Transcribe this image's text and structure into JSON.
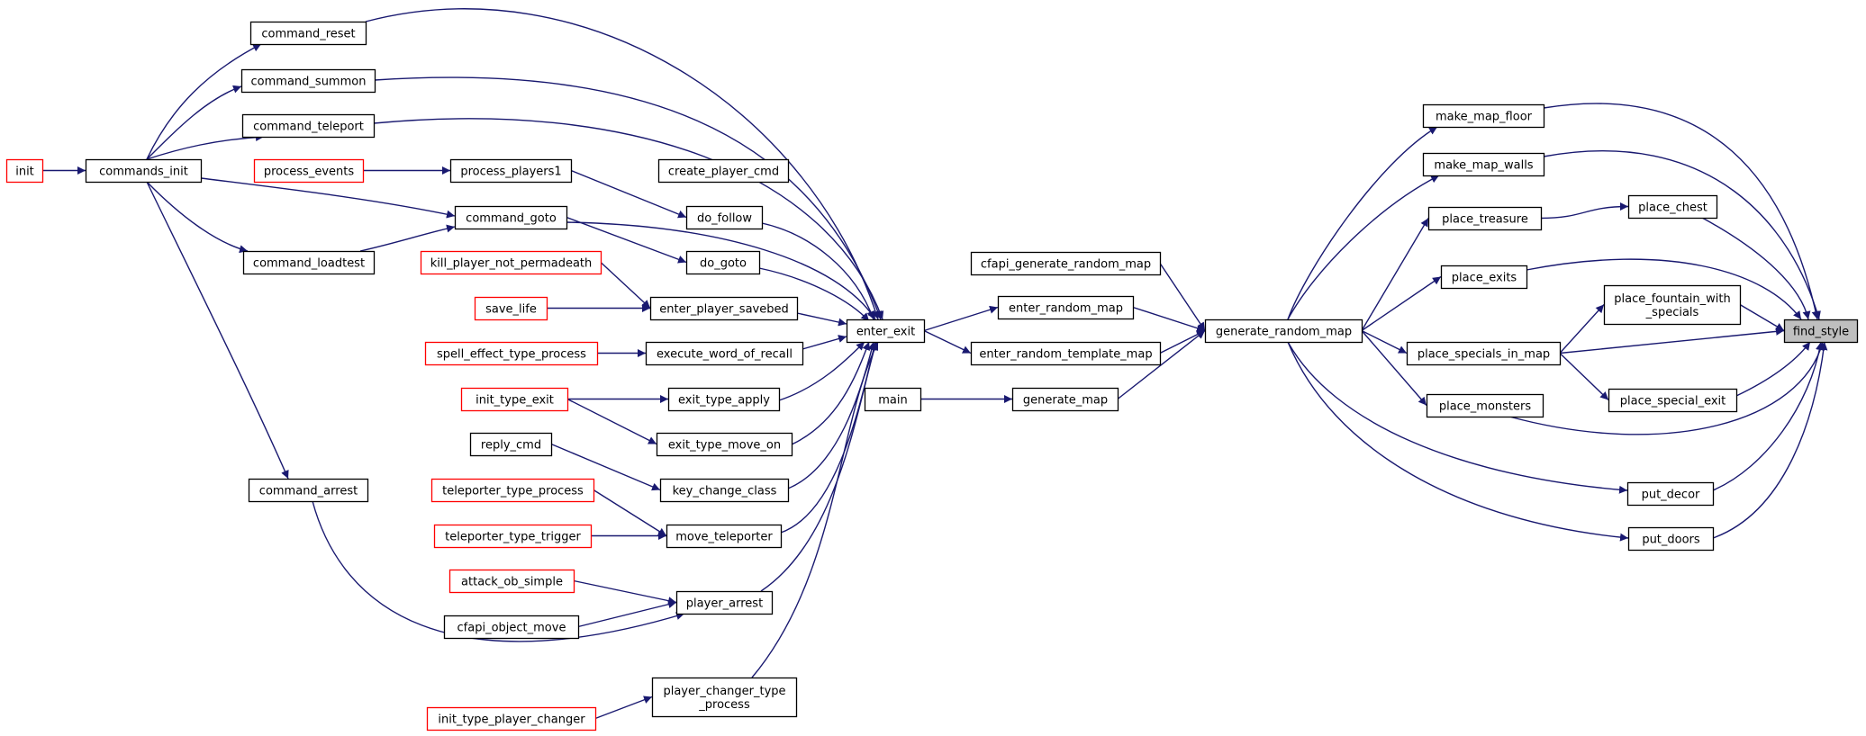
{
  "graph": {
    "colors": {
      "edge": "#191970",
      "node_border": "#000000",
      "node_border_truncated": "#ff0000",
      "root_fill": "#bfbfbf",
      "node_fill": "#ffffff"
    },
    "nodes": [
      {
        "id": "find_style",
        "lines": [
          "find_style"
        ],
        "kind": "root"
      },
      {
        "id": "make_map_floor",
        "lines": [
          "make_map_floor"
        ],
        "kind": "normal"
      },
      {
        "id": "make_map_walls",
        "lines": [
          "make_map_walls"
        ],
        "kind": "normal"
      },
      {
        "id": "place_chest",
        "lines": [
          "place_chest"
        ],
        "kind": "normal"
      },
      {
        "id": "place_treasure",
        "lines": [
          "place_treasure"
        ],
        "kind": "normal"
      },
      {
        "id": "place_exits",
        "lines": [
          "place_exits"
        ],
        "kind": "normal"
      },
      {
        "id": "place_fountain_with_specials",
        "lines": [
          "place_fountain_with",
          "_specials"
        ],
        "kind": "normal"
      },
      {
        "id": "place_specials_in_map",
        "lines": [
          "place_specials_in_map"
        ],
        "kind": "normal"
      },
      {
        "id": "place_special_exit",
        "lines": [
          "place_special_exit"
        ],
        "kind": "normal"
      },
      {
        "id": "place_monsters",
        "lines": [
          "place_monsters"
        ],
        "kind": "normal"
      },
      {
        "id": "put_decor",
        "lines": [
          "put_decor"
        ],
        "kind": "normal"
      },
      {
        "id": "put_doors",
        "lines": [
          "put_doors"
        ],
        "kind": "normal"
      },
      {
        "id": "generate_random_map",
        "lines": [
          "generate_random_map"
        ],
        "kind": "normal"
      },
      {
        "id": "cfapi_generate_random_map",
        "lines": [
          "cfapi_generate_random_map"
        ],
        "kind": "normal"
      },
      {
        "id": "enter_random_map",
        "lines": [
          "enter_random_map"
        ],
        "kind": "normal"
      },
      {
        "id": "enter_random_template_map",
        "lines": [
          "enter_random_template_map"
        ],
        "kind": "normal"
      },
      {
        "id": "generate_map",
        "lines": [
          "generate_map"
        ],
        "kind": "normal"
      },
      {
        "id": "main",
        "lines": [
          "main"
        ],
        "kind": "normal"
      },
      {
        "id": "enter_exit",
        "lines": [
          "enter_exit"
        ],
        "kind": "normal"
      },
      {
        "id": "command_reset",
        "lines": [
          "command_reset"
        ],
        "kind": "normal"
      },
      {
        "id": "command_summon",
        "lines": [
          "command_summon"
        ],
        "kind": "normal"
      },
      {
        "id": "command_teleport",
        "lines": [
          "command_teleport"
        ],
        "kind": "normal"
      },
      {
        "id": "commands_init",
        "lines": [
          "commands_init"
        ],
        "kind": "normal"
      },
      {
        "id": "init_cmd",
        "lines": [
          "init"
        ],
        "kind": "truncated"
      },
      {
        "id": "process_events",
        "lines": [
          "process_events"
        ],
        "kind": "truncated"
      },
      {
        "id": "process_players1",
        "lines": [
          "process_players1"
        ],
        "kind": "normal"
      },
      {
        "id": "create_player_cmd",
        "lines": [
          "create_player_cmd"
        ],
        "kind": "normal"
      },
      {
        "id": "do_follow",
        "lines": [
          "do_follow"
        ],
        "kind": "normal"
      },
      {
        "id": "command_goto",
        "lines": [
          "command_goto"
        ],
        "kind": "normal"
      },
      {
        "id": "command_loadtest",
        "lines": [
          "command_loadtest"
        ],
        "kind": "normal"
      },
      {
        "id": "do_goto",
        "lines": [
          "do_goto"
        ],
        "kind": "normal"
      },
      {
        "id": "kill_player_not_permadeath",
        "lines": [
          "kill_player_not_permadeath"
        ],
        "kind": "truncated"
      },
      {
        "id": "enter_player_savebed",
        "lines": [
          "enter_player_savebed"
        ],
        "kind": "normal"
      },
      {
        "id": "save_life",
        "lines": [
          "save_life"
        ],
        "kind": "truncated"
      },
      {
        "id": "spell_effect_type_process",
        "lines": [
          "spell_effect_type_process"
        ],
        "kind": "truncated"
      },
      {
        "id": "execute_word_of_recall",
        "lines": [
          "execute_word_of_recall"
        ],
        "kind": "normal"
      },
      {
        "id": "init_type_exit",
        "lines": [
          "init_type_exit"
        ],
        "kind": "truncated"
      },
      {
        "id": "exit_type_apply",
        "lines": [
          "exit_type_apply"
        ],
        "kind": "normal"
      },
      {
        "id": "exit_type_move_on",
        "lines": [
          "exit_type_move_on"
        ],
        "kind": "normal"
      },
      {
        "id": "reply_cmd",
        "lines": [
          "reply_cmd"
        ],
        "kind": "normal"
      },
      {
        "id": "key_change_class",
        "lines": [
          "key_change_class"
        ],
        "kind": "normal"
      },
      {
        "id": "teleporter_type_process",
        "lines": [
          "teleporter_type_process"
        ],
        "kind": "truncated"
      },
      {
        "id": "teleporter_type_trigger",
        "lines": [
          "teleporter_type_trigger"
        ],
        "kind": "truncated"
      },
      {
        "id": "move_teleporter",
        "lines": [
          "move_teleporter"
        ],
        "kind": "normal"
      },
      {
        "id": "command_arrest",
        "lines": [
          "command_arrest"
        ],
        "kind": "normal"
      },
      {
        "id": "attack_ob_simple",
        "lines": [
          "attack_ob_simple"
        ],
        "kind": "truncated"
      },
      {
        "id": "cfapi_object_move",
        "lines": [
          "cfapi_object_move"
        ],
        "kind": "normal"
      },
      {
        "id": "player_arrest",
        "lines": [
          "player_arrest"
        ],
        "kind": "normal"
      },
      {
        "id": "init_type_player_changer",
        "lines": [
          "init_type_player_changer"
        ],
        "kind": "truncated"
      },
      {
        "id": "player_changer_type_process",
        "lines": [
          "player_changer_type",
          "_process"
        ],
        "kind": "normal"
      }
    ],
    "edges": [
      [
        "make_map_floor",
        "find_style"
      ],
      [
        "make_map_walls",
        "find_style"
      ],
      [
        "place_chest",
        "find_style"
      ],
      [
        "place_exits",
        "find_style"
      ],
      [
        "place_fountain_with_specials",
        "find_style"
      ],
      [
        "place_specials_in_map",
        "find_style"
      ],
      [
        "place_special_exit",
        "find_style"
      ],
      [
        "place_monsters",
        "find_style"
      ],
      [
        "put_decor",
        "find_style"
      ],
      [
        "put_doors",
        "find_style"
      ],
      [
        "place_treasure",
        "place_chest"
      ],
      [
        "place_specials_in_map",
        "place_fountain_with_specials"
      ],
      [
        "place_specials_in_map",
        "place_special_exit"
      ],
      [
        "generate_random_map",
        "make_map_floor"
      ],
      [
        "generate_random_map",
        "make_map_walls"
      ],
      [
        "generate_random_map",
        "place_treasure"
      ],
      [
        "generate_random_map",
        "place_exits"
      ],
      [
        "generate_random_map",
        "place_specials_in_map"
      ],
      [
        "generate_random_map",
        "place_monsters"
      ],
      [
        "generate_random_map",
        "put_decor"
      ],
      [
        "generate_random_map",
        "put_doors"
      ],
      [
        "cfapi_generate_random_map",
        "generate_random_map"
      ],
      [
        "enter_random_map",
        "generate_random_map"
      ],
      [
        "enter_random_template_map",
        "generate_random_map"
      ],
      [
        "generate_map",
        "generate_random_map"
      ],
      [
        "main",
        "generate_map"
      ],
      [
        "enter_exit",
        "enter_random_map"
      ],
      [
        "enter_exit",
        "enter_random_template_map"
      ],
      [
        "command_reset",
        "enter_exit"
      ],
      [
        "command_summon",
        "enter_exit"
      ],
      [
        "command_teleport",
        "enter_exit"
      ],
      [
        "command_goto",
        "enter_exit"
      ],
      [
        "do_follow",
        "enter_exit"
      ],
      [
        "do_goto",
        "enter_exit"
      ],
      [
        "enter_player_savebed",
        "enter_exit"
      ],
      [
        "execute_word_of_recall",
        "enter_exit"
      ],
      [
        "exit_type_apply",
        "enter_exit"
      ],
      [
        "exit_type_move_on",
        "enter_exit"
      ],
      [
        "key_change_class",
        "enter_exit"
      ],
      [
        "move_teleporter",
        "enter_exit"
      ],
      [
        "player_arrest",
        "enter_exit"
      ],
      [
        "player_changer_type_process",
        "enter_exit"
      ],
      [
        "commands_init",
        "command_reset"
      ],
      [
        "commands_init",
        "command_summon"
      ],
      [
        "commands_init",
        "command_teleport"
      ],
      [
        "commands_init",
        "command_goto"
      ],
      [
        "commands_init",
        "command_loadtest"
      ],
      [
        "commands_init",
        "command_arrest"
      ],
      [
        "init_cmd",
        "commands_init"
      ],
      [
        "process_events",
        "process_players1"
      ],
      [
        "process_players1",
        "do_follow"
      ],
      [
        "command_loadtest",
        "command_goto"
      ],
      [
        "command_goto",
        "do_goto"
      ],
      [
        "kill_player_not_permadeath",
        "enter_player_savebed"
      ],
      [
        "save_life",
        "enter_player_savebed"
      ],
      [
        "spell_effect_type_process",
        "execute_word_of_recall"
      ],
      [
        "init_type_exit",
        "exit_type_apply"
      ],
      [
        "init_type_exit",
        "exit_type_move_on"
      ],
      [
        "reply_cmd",
        "key_change_class"
      ],
      [
        "teleporter_type_process",
        "move_teleporter"
      ],
      [
        "teleporter_type_trigger",
        "move_teleporter"
      ],
      [
        "attack_ob_simple",
        "player_arrest"
      ],
      [
        "cfapi_object_move",
        "player_arrest"
      ],
      [
        "command_arrest",
        "player_arrest"
      ],
      [
        "init_type_player_changer",
        "player_changer_type_process"
      ]
    ]
  }
}
